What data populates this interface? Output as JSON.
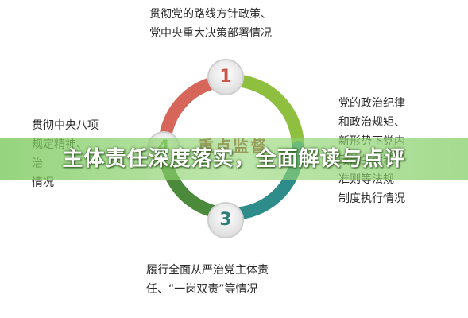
{
  "diagram": {
    "center_label": "重点监督",
    "top_text": "贯彻党的路线方针政策、\n党中央重大决策部署情况",
    "right_text": "党的政治纪律\n和政治规矩、\n新形势下党内\n政治生活若干\n准则等法规\n制度执行情况",
    "left_text": "贯彻中央八项\n规定精神、\n治\n情况",
    "bottom_text": "履行全面从严治党主体责\n任、“一岗双责”等情况",
    "badges": [
      {
        "number": "1",
        "color": "#c9574a"
      },
      {
        "number": "3",
        "color": "#2f7d7a"
      },
      {
        "number": "4",
        "color": "#6fae4a"
      }
    ],
    "arc_colors": {
      "top_left": "#d7665a",
      "top_right": "#8fbf3f",
      "bottom_right": "#2e8d8a",
      "bottom_left": "#4a8a3a"
    }
  },
  "banner": {
    "headline": "主体责任深度落实，全面解读与点评"
  }
}
